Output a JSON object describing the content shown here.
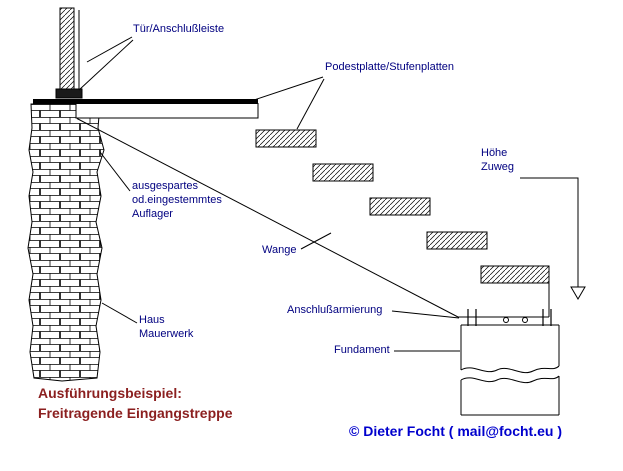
{
  "diagram": {
    "labels": {
      "tuer": "Tür/Anschlußleiste",
      "podest": "Podestplatte/Stufenplatten",
      "auflager": "ausgespartes\nod.eingestemmtes\nAuflager",
      "wange": "Wange",
      "hoehe": "Höhe\nZuweg",
      "anschluss": "Anschlußarmierung",
      "fundament": "Fundament",
      "haus": "Haus\nMauerwerk"
    },
    "title": {
      "line1": "Ausführungsbeispiel:",
      "line2": "Freitragende Eingangstreppe"
    },
    "copyright": "© Dieter Focht ( mail@focht.eu )",
    "colors": {
      "label": "#000080",
      "title": "#8b1f1f",
      "copyright": "#0000cd",
      "line": "#000000"
    }
  }
}
